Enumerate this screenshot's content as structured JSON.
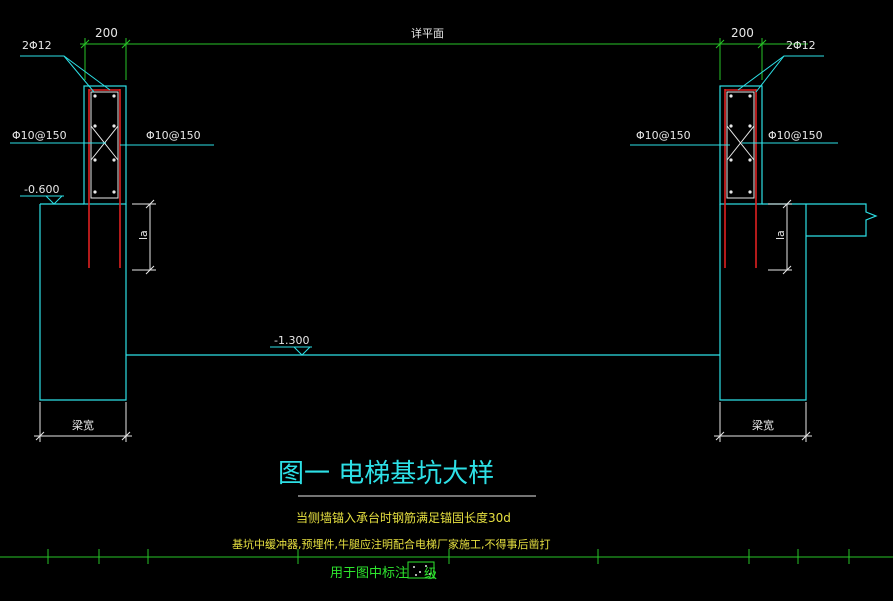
{
  "drawing": {
    "dims": {
      "left_width": "200",
      "right_width": "200",
      "top_span": "详平面",
      "beam_left": "梁宽",
      "beam_right": "梁宽",
      "la_left": "la",
      "la_right": "la"
    },
    "rebar": {
      "top_left": "2Φ12",
      "top_right": "2Φ12",
      "stir_left_out": "Φ10@150",
      "stir_left_in": "Φ10@150",
      "stir_right_in": "Φ10@150",
      "stir_right_out": "Φ10@150"
    },
    "elevations": {
      "top": "-0.600",
      "pit_bottom": "-1.300"
    },
    "title": "图一    电梯基坑大样",
    "notes": {
      "line1": "当侧墙锚入承台时钢筋满足锚固长度30d",
      "line2": "基坑中缓冲器,预埋件,牛腿应注明配合电梯厂家施工,不得事后凿打",
      "line3": "用于图中标注",
      "legend_mark": "级"
    }
  },
  "colors": {
    "background": "#000000",
    "line_cyan": "#2de0e6",
    "line_white": "#e8e8e8",
    "rebar_red": "#e02020",
    "dim_green": "#27c427",
    "note_yellow": "#e6e040",
    "note_green": "#2ee62e"
  }
}
